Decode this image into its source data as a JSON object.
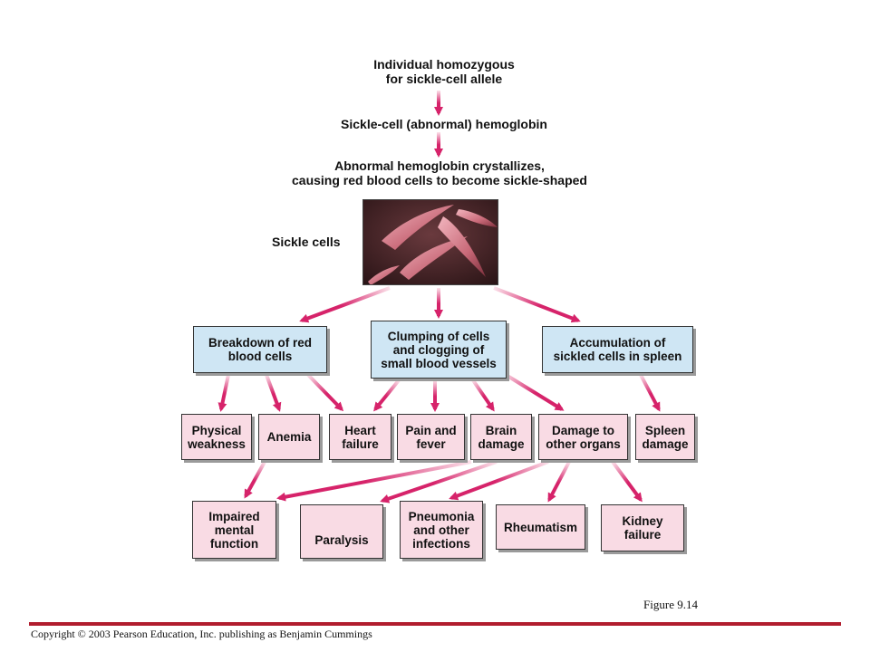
{
  "flow": {
    "top_label": "Individual homozygous\nfor sickle-cell allele",
    "hemoglobin_label": "Sickle-cell (abnormal) hemoglobin",
    "crystallize_label": "Abnormal hemoglobin crystallizes,\ncausing red blood cells to become sickle-shaped",
    "photo_caption": "Sickle cells"
  },
  "level1": {
    "breakdown": "Breakdown of red\nblood cells",
    "clumping": "Clumping of cells\nand clogging of\nsmall blood vessels",
    "accumulation": "Accumulation of\nsickled cells in spleen"
  },
  "level2": {
    "physical_weakness": "Physical\nweakness",
    "anemia": "Anemia",
    "heart_failure": "Heart\nfailure",
    "pain_fever": "Pain and\nfever",
    "brain_damage": "Brain\ndamage",
    "organ_damage": "Damage to\nother organs",
    "spleen_damage": "Spleen\ndamage"
  },
  "level3": {
    "impaired_mental": "Impaired\nmental\nfunction",
    "paralysis": "Paralysis",
    "pneumonia": "Pneumonia\nand other\ninfections",
    "rheumatism": "Rheumatism",
    "kidney_failure": "Kidney\nfailure"
  },
  "footer": {
    "figure": "Figure 9.14",
    "copyright": "Copyright © 2003 Pearson Education, Inc. publishing as Benjamin Cummings"
  },
  "colors": {
    "arrow": "#d6236a",
    "arrow_tail": "#fbe2ea",
    "blue_box": "#cfe6f4",
    "pink_box": "#f9dbe4",
    "rule": "#b11d2e"
  }
}
